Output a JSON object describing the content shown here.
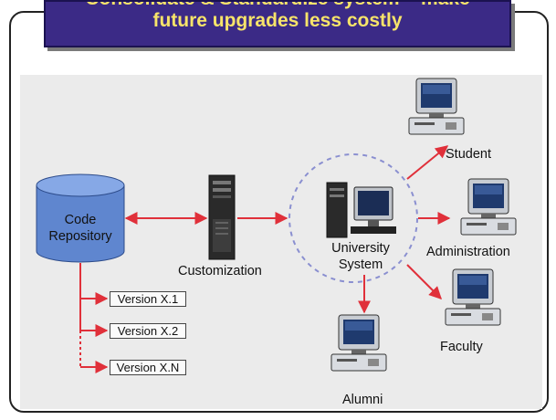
{
  "banner": {
    "line1": "Consolidate & Standardize system – make",
    "line2": "future upgrades less costly"
  },
  "repository": {
    "line1": "Code",
    "line2": "Repository"
  },
  "customization": "Customization",
  "university": {
    "line1": "University",
    "line2": "System"
  },
  "clients": {
    "student": "Student",
    "administration": "Administration",
    "faculty": "Faculty",
    "alumni": "Alumni"
  },
  "versions": [
    "Version X.1",
    "Version X.2",
    "Version X.N"
  ],
  "colors": {
    "banner_bg": "#3b2a86",
    "banner_text": "#f7e46a",
    "arrow": "#e0303a",
    "repo": "#5f86cf",
    "dashed_circle": "#8a8fd0"
  }
}
